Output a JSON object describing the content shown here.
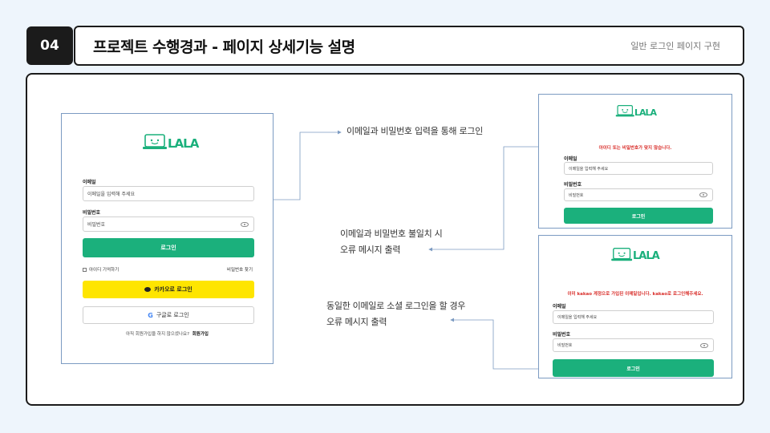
{
  "header": {
    "number": "04",
    "title": "프로젝트 수행경과 - 페이지 상세기능 설명",
    "subtitle": "일반 로그인 페이지 구현"
  },
  "brand": {
    "logo_text": "LALA",
    "color": "#1bb07c"
  },
  "login_form": {
    "email_label": "이메일",
    "email_placeholder": "이메일을 입력해 주세요",
    "password_label": "비밀번호",
    "password_placeholder": "비밀번호",
    "login_button": "로그인",
    "remember_label": "아이디 기억하기",
    "find_password": "비밀번호 찾기",
    "kakao_button": "카카오로 로그인",
    "google_button": "구글로 로그인",
    "signup_prompt": "아직 회원가입을 하지 않으셨나요?",
    "signup_link": "회원가입"
  },
  "mismatch_form": {
    "error": "아이디 또는 비밀번호가 맞지 않습니다.",
    "email_label": "이메일",
    "email_placeholder": "이메일을 입력해 주세요",
    "password_label": "비밀번호",
    "password_placeholder": "비밀번호",
    "login_button": "로그인"
  },
  "social_form": {
    "error": "이미 kakao 계정으로 가입된 이메일입니다. kakao로 로그인해주세요.",
    "email_label": "이메일",
    "email_placeholder": "이메일을 입력해 주세요",
    "password_label": "비밀번호",
    "password_placeholder": "비밀번호",
    "login_button": "로그인"
  },
  "annotations": {
    "login": "이메일과 비밀번호 입력을 통해 로그인",
    "mismatch_line1": "이메일과 비밀번호 불일치 시",
    "mismatch_line2": "오류 메시지 출력",
    "social_line1": "동일한 이메일로 소셜 로그인을 할 경우",
    "social_line2": "오류 메시지 출력"
  }
}
